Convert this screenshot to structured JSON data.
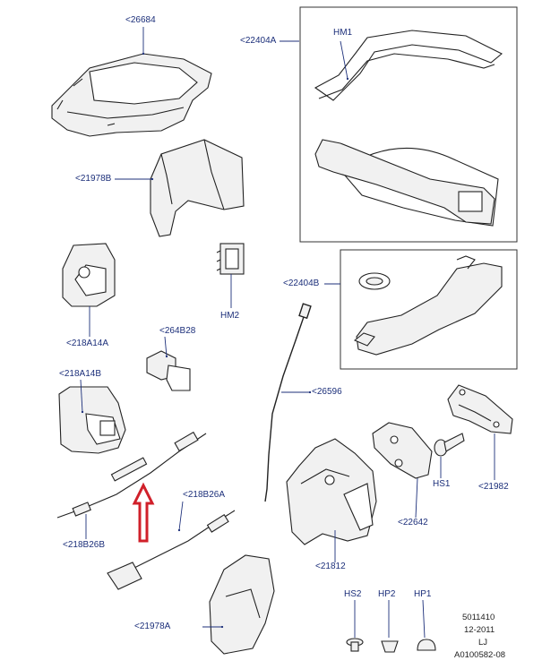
{
  "callouts": {
    "c26684": "<26684",
    "c22404A": "<22404A",
    "cHM1": "HM1",
    "c21978B": "<21978B",
    "c22404B": "<22404B",
    "cHM2": "HM2",
    "c218A14A": "<218A14A",
    "c264B28": "<264B28",
    "c218A14B": "<218A14B",
    "c26596": "<26596",
    "c21982": "<21982",
    "cHS1": "HS1",
    "c22642": "<22642",
    "c218B26A": "<218B26A",
    "c218B26B": "<218B26B",
    "c21812": "<21812",
    "c21978A": "<21978A",
    "cHS2": "HS2",
    "cHP2": "HP2",
    "cHP1": "HP1"
  },
  "meta": {
    "code": "5011410",
    "date": "12-2011",
    "initials": "LJ",
    "ref": "A0100582-08"
  },
  "colors": {
    "label": "#1c2f7a",
    "arrow": "#d0202a",
    "line": "#222222",
    "fill": "#f1f1f1"
  }
}
